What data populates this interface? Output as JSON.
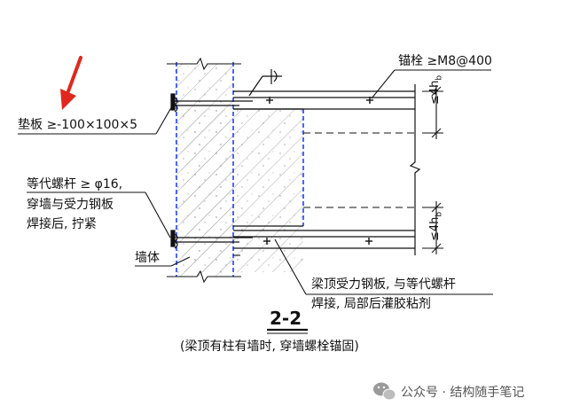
{
  "labels": {
    "anchor_bolt": "锚栓 ≥M8@400",
    "pad_plate": "垫板 ≥-100×100×5",
    "equiv_rod_line1": "等代螺杆 ≥ φ16,",
    "equiv_rod_line2": "穿墙与受力钢板",
    "equiv_rod_line3": "焊接后, 拧紧",
    "wall": "墙体",
    "steel_plate_line1": "梁顶受力钢板, 与等代螺杆",
    "steel_plate_line2": "焊接, 局部后灌胶粘剂",
    "dim_top": "≤4h",
    "dim_top_sub": "b",
    "dim_bottom": "≤4h",
    "dim_bottom_sub": "b"
  },
  "section": {
    "title": "2-2",
    "subtitle": "(梁顶有柱有墙时, 穿墙螺栓锚固)"
  },
  "watermark": {
    "text": "公众号 · 结构随手笔记"
  },
  "colors": {
    "line": "#111111",
    "wall_edge_blue": "#2040ff",
    "arrow_red": "#e0281e",
    "hatch": "#8a8a8a"
  },
  "icons": [
    "arrow-pointer-icon",
    "wechat-logo-icon",
    "weld-symbol-icon"
  ]
}
